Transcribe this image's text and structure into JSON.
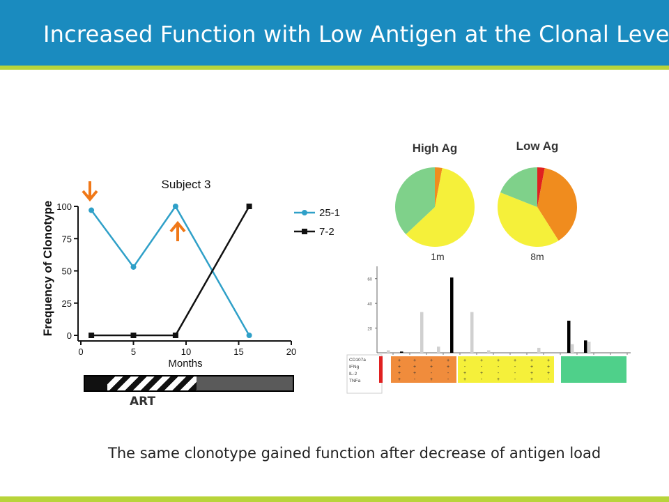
{
  "slide": {
    "title": "Increased Function with Low Antigen at the Clonal Level",
    "caption": "The same clonotype gained function after decrease of antigen load",
    "colors": {
      "header": "#1a8bbf",
      "accent_rule": "#b8d43a",
      "arrow": "#f07818"
    }
  },
  "therapy_bar": {
    "label": "ART"
  },
  "chart_data": [
    {
      "type": "line",
      "title": "Subject 3",
      "xlabel": "Months",
      "ylabel": "Frequency of Clonotype",
      "xlim": [
        0,
        20
      ],
      "ylim": [
        0,
        100
      ],
      "xticks": [
        "0",
        "5",
        "10",
        "15",
        "20"
      ],
      "yticks": [
        "0",
        "25",
        "50",
        "75",
        "100"
      ],
      "legend_position": "right",
      "series": [
        {
          "name": "25-1",
          "color": "#2fa0c8",
          "marker": "circle",
          "x": [
            1,
            5,
            9,
            16
          ],
          "y": [
            97,
            53,
            100,
            0
          ]
        },
        {
          "name": "7-2",
          "color": "#111111",
          "marker": "square",
          "x": [
            1,
            5,
            9,
            16
          ],
          "y": [
            0,
            0,
            0,
            100
          ]
        }
      ]
    },
    {
      "type": "pie",
      "title": "High Ag",
      "label": "1m",
      "slices": [
        {
          "value": 3,
          "color": "#f08c1e"
        },
        {
          "value": 60,
          "color": "#f5f03a"
        },
        {
          "value": 37,
          "color": "#7fd18a"
        }
      ]
    },
    {
      "type": "pie",
      "title": "Low Ag",
      "label": "8m",
      "slices": [
        {
          "value": 3,
          "color": "#e02020"
        },
        {
          "value": 38,
          "color": "#f08c1e"
        },
        {
          "value": 40,
          "color": "#f5f03a"
        },
        {
          "value": 19,
          "color": "#7fd18a"
        }
      ]
    },
    {
      "type": "bar",
      "ylim": [
        0,
        70
      ],
      "yticks": [
        "20",
        "40",
        "60"
      ],
      "series": [
        {
          "name": "",
          "color": "#000000",
          "values": [
            0,
            1,
            0,
            0,
            61,
            0,
            0,
            0,
            0,
            0,
            0,
            26,
            10,
            0,
            0
          ]
        },
        {
          "name": "",
          "color": "#d0d0d0",
          "values": [
            2,
            0,
            33,
            5,
            0,
            33,
            2,
            0,
            0,
            4,
            0,
            7,
            9,
            0,
            0
          ]
        }
      ],
      "functions": [
        "CD107a",
        "IFNg",
        "IL-2",
        "TNFa"
      ],
      "signs": [
        [
          "+",
          "+",
          "+",
          "+",
          "+",
          "+",
          "+",
          "+",
          "+",
          "+"
        ],
        [
          "+",
          "+",
          "+",
          "+",
          "-",
          "-",
          "-",
          "-",
          "+",
          "+"
        ],
        [
          "+",
          "+",
          "-",
          "-",
          "+",
          "+",
          "-",
          "-",
          "+",
          "+"
        ],
        [
          "+",
          "-",
          "+",
          "-",
          "+",
          "-",
          "+",
          "-",
          "+",
          "-"
        ]
      ],
      "group_colors": [
        "#e02020",
        "#f08c3c",
        "#f5f03a",
        "#4fd08a"
      ]
    }
  ]
}
